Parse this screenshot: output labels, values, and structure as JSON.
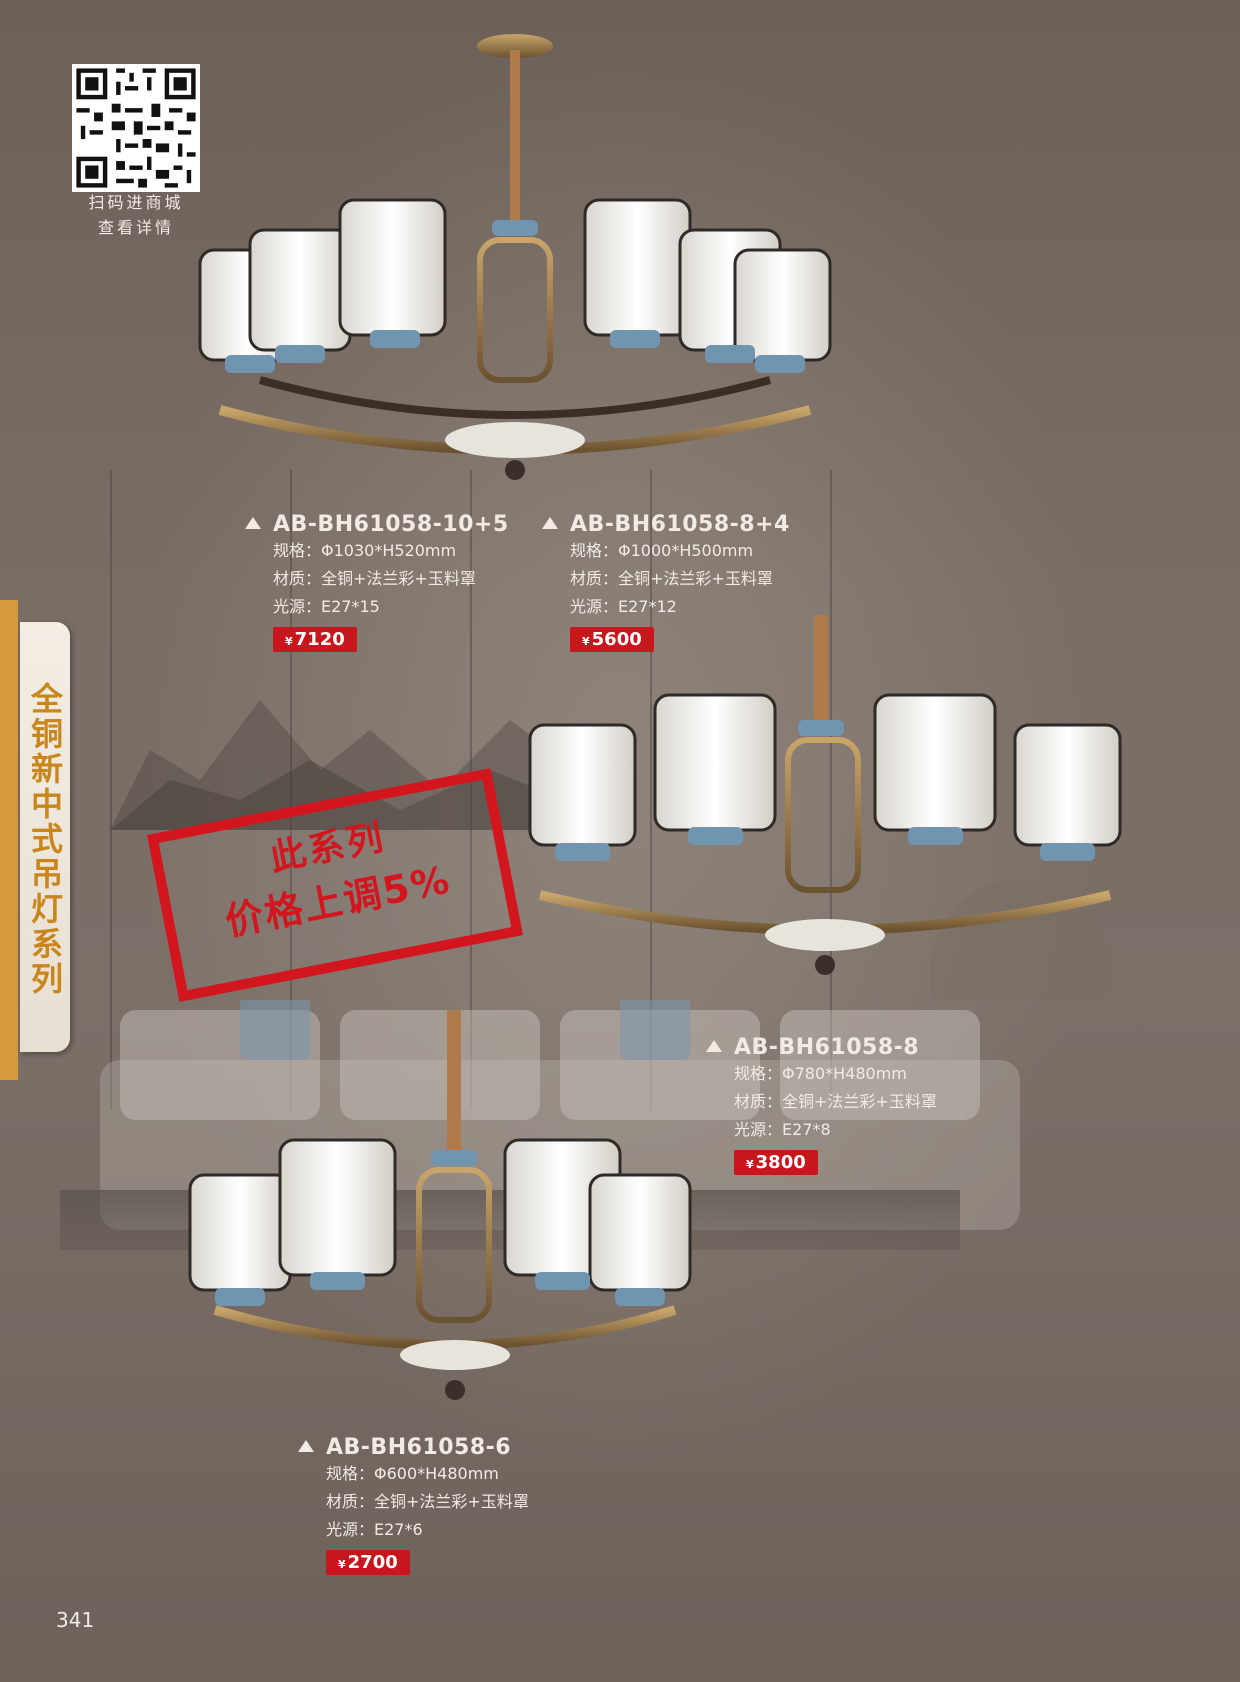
{
  "qr": {
    "caption_line1": "扫码进商城",
    "caption_line2": "查看详情"
  },
  "series_title": "全铜新中式吊灯系列",
  "stamp": {
    "line1": "此系列",
    "line2": "价格上调5%"
  },
  "products": [
    {
      "model": "AB-BH61058-10+5",
      "spec": "规格：Φ1030*H520mm",
      "material": "材质：全铜+法兰彩+玉料罩",
      "light": "光源：E27*15",
      "price_symbol": "¥",
      "price": "7120"
    },
    {
      "model": "AB-BH61058-8+4",
      "spec": "规格：Φ1000*H500mm",
      "material": "材质：全铜+法兰彩+玉料罩",
      "light": "光源：E27*12",
      "price_symbol": "¥",
      "price": "5600"
    },
    {
      "model": "AB-BH61058-8",
      "spec": "规格：Φ780*H480mm",
      "material": "材质：全铜+法兰彩+玉料罩",
      "light": "光源：E27*8",
      "price_symbol": "¥",
      "price": "3800"
    },
    {
      "model": "AB-BH61058-6",
      "spec": "规格：Φ600*H480mm",
      "material": "材质：全铜+法兰彩+玉料罩",
      "light": "光源：E27*6",
      "price_symbol": "¥",
      "price": "2700"
    }
  ],
  "page_number": "341",
  "colors": {
    "price_red": "#c8161d",
    "accent_gold": "#c8861d",
    "background": "#6f625a"
  }
}
